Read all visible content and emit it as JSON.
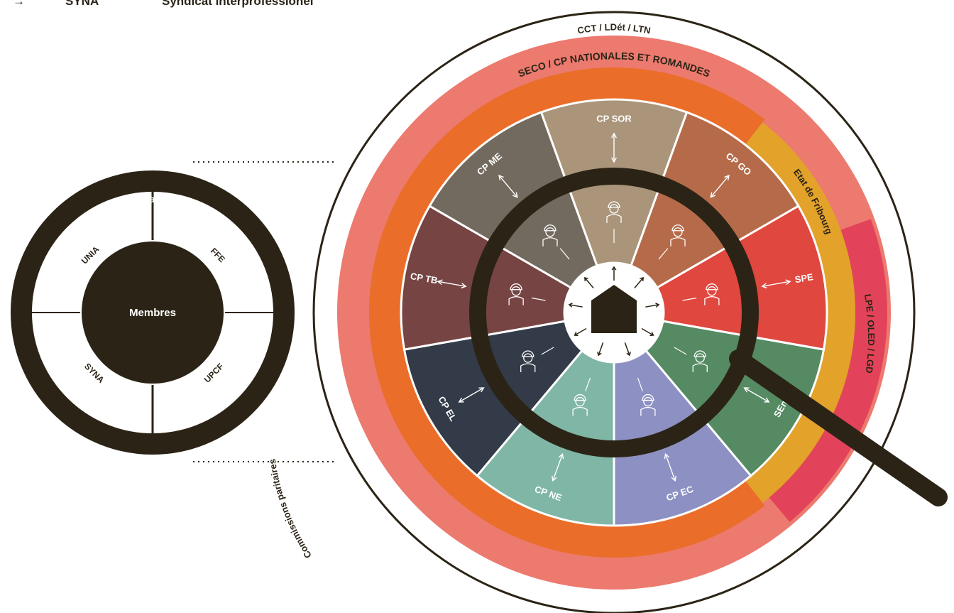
{
  "header": {
    "arrow": "→",
    "abbr": "SYNA",
    "name": "Syndicat interprofessionel"
  },
  "inspectorate": {
    "title": "Inspectorat Chantiers Fribourg",
    "center": "Membres",
    "members": [
      "UNIA",
      "FFE",
      "SYNA",
      "UPCF"
    ],
    "ring_color": "#2b2416"
  },
  "main": {
    "outer_title": "SECO / CP NATIONALES ET ROMANDES",
    "band_cct": "CCT / LDét / LTN",
    "band_commissions": "Commissions paritaires",
    "band_etat": "Etat de Fribourg",
    "band_laws": "LPE / OLED / LGD",
    "colors": {
      "cct": "#ec7a6f",
      "commissions": "#ea6e2a",
      "etat": "#e3a22a",
      "laws": "#e2435a",
      "magnifier": "#2b2416"
    },
    "segments": [
      {
        "label": "CP SOR",
        "color": "#aa957b"
      },
      {
        "label": "CP GO",
        "color": "#b56b4a"
      },
      {
        "label": "SPE",
        "color": "#e0473e"
      },
      {
        "label": "SEn",
        "color": "#558a62"
      },
      {
        "label": "CP EC",
        "color": "#8d90c2"
      },
      {
        "label": "CP NE",
        "color": "#7fb6a6"
      },
      {
        "label": "CP EL",
        "color": "#333a48"
      },
      {
        "label": "CP TB",
        "color": "#774444"
      },
      {
        "label": "CP ME",
        "color": "#736a5f"
      }
    ]
  }
}
